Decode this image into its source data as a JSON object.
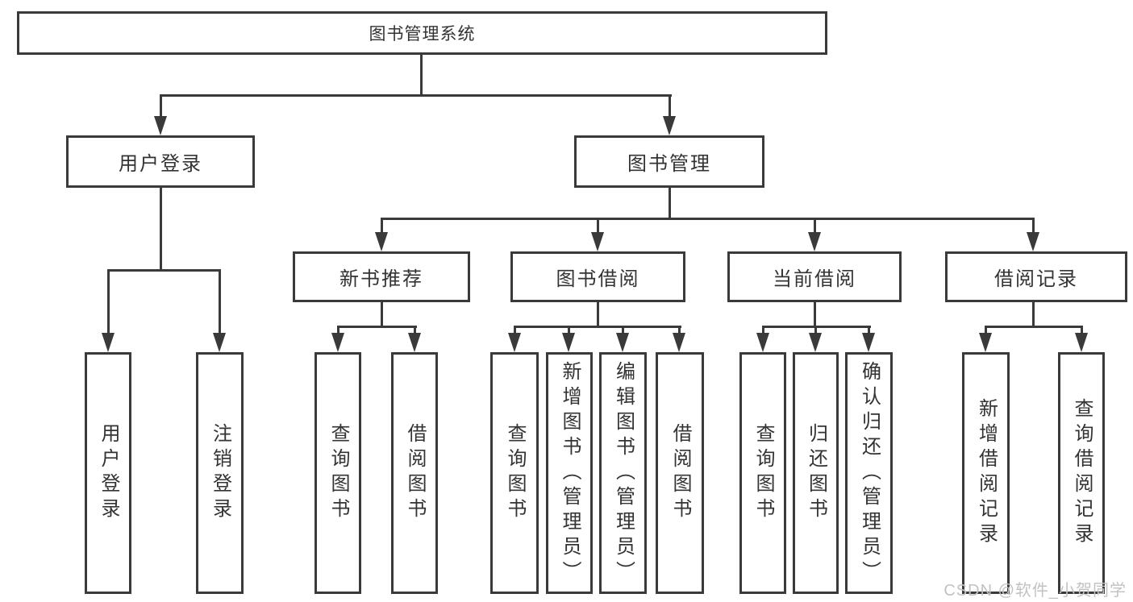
{
  "tree": {
    "root_label": "图书管理系统",
    "branches": [
      {
        "label": "用户登录",
        "leaves": [
          "用户登录",
          "注销登录"
        ]
      },
      {
        "label": "图书管理",
        "groups": [
          {
            "label": "新书推荐",
            "leaves": [
              "查询图书",
              "借阅图书"
            ]
          },
          {
            "label": "图书借阅",
            "leaves": [
              "查询图书",
              "新增图书（管理员）",
              "编辑图书（管理员）",
              "借阅图书"
            ]
          },
          {
            "label": "当前借阅",
            "leaves": [
              "查询图书",
              "归还图书",
              "确认归还（管理员）"
            ]
          },
          {
            "label": "借阅记录",
            "leaves": [
              "新增借阅记录",
              "查询借阅记录"
            ]
          }
        ]
      }
    ]
  },
  "watermark": {
    "text": "CSDN @软件_小贺同学"
  },
  "colors": {
    "line": "#3a3a3a",
    "text": "#333333",
    "background": "#ffffff",
    "watermark": "#c2c2c2"
  }
}
